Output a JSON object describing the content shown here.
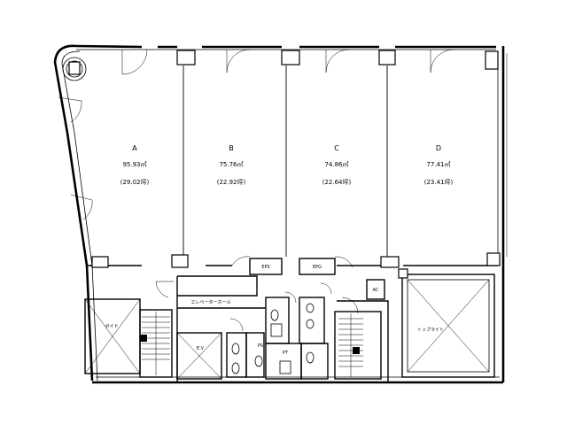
{
  "floor": {
    "units": [
      {
        "id": "A",
        "area": "95.93㎡",
        "tsubo": "(29.02坪)"
      },
      {
        "id": "B",
        "area": "75.76㎡",
        "tsubo": "(22.92坪)"
      },
      {
        "id": "C",
        "area": "74.86㎡",
        "tsubo": "(22.64坪)"
      },
      {
        "id": "D",
        "area": "77.41㎡",
        "tsubo": "(23.41坪)"
      }
    ],
    "labels": {
      "eps": "EPS",
      "epg": "EPG",
      "elevator_hall": "エレベーターホール",
      "ev": "E.V",
      "void": "ボイド",
      "skylight": "トップライト",
      "ps": "PS",
      "ac": "AC",
      "pt": "PT"
    }
  }
}
